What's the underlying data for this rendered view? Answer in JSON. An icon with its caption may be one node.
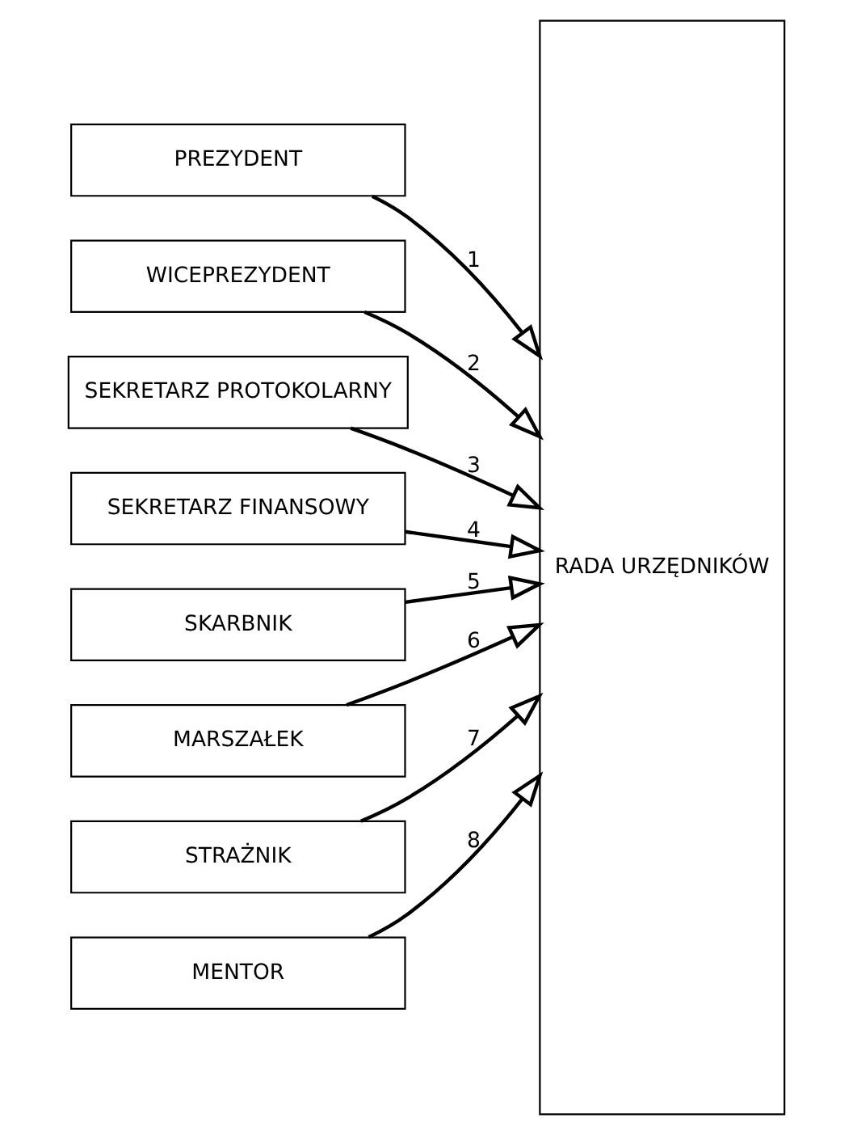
{
  "diagram": {
    "nodes": [
      {
        "text": [
          "PREZYDENT"
        ]
      },
      {
        "text": [
          "WICEPREZYDENT"
        ]
      },
      {
        "text": [
          "SEKRETARZ PROTOKOLARNY"
        ]
      },
      {
        "text": [
          "SEKRETARZ FINANSOWY"
        ]
      },
      {
        "text": [
          "SKARBNIK"
        ]
      },
      {
        "text": [
          "MARSZAŁEK"
        ]
      },
      {
        "text": [
          "STRAŻNIK"
        ]
      },
      {
        "text": [
          "MENTOR"
        ]
      },
      {
        "text": [
          "RADA URZĘDNIKÓW"
        ]
      }
    ],
    "edges": [
      {
        "from": 0,
        "to": 8,
        "arrow": "to",
        "label": "1"
      },
      {
        "from": 1,
        "to": 8,
        "arrow": "to",
        "label": "2"
      },
      {
        "from": 2,
        "to": 8,
        "arrow": "to",
        "label": "3"
      },
      {
        "from": 3,
        "to": 8,
        "arrow": "to",
        "label": "4"
      },
      {
        "from": 4,
        "to": 8,
        "arrow": "to",
        "label": "5"
      },
      {
        "from": 5,
        "to": 8,
        "arrow": "to",
        "label": "6"
      },
      {
        "from": 6,
        "to": 8,
        "arrow": "to",
        "label": "7"
      },
      {
        "from": 7,
        "to": 8,
        "arrow": "to",
        "label": "8"
      }
    ]
  }
}
